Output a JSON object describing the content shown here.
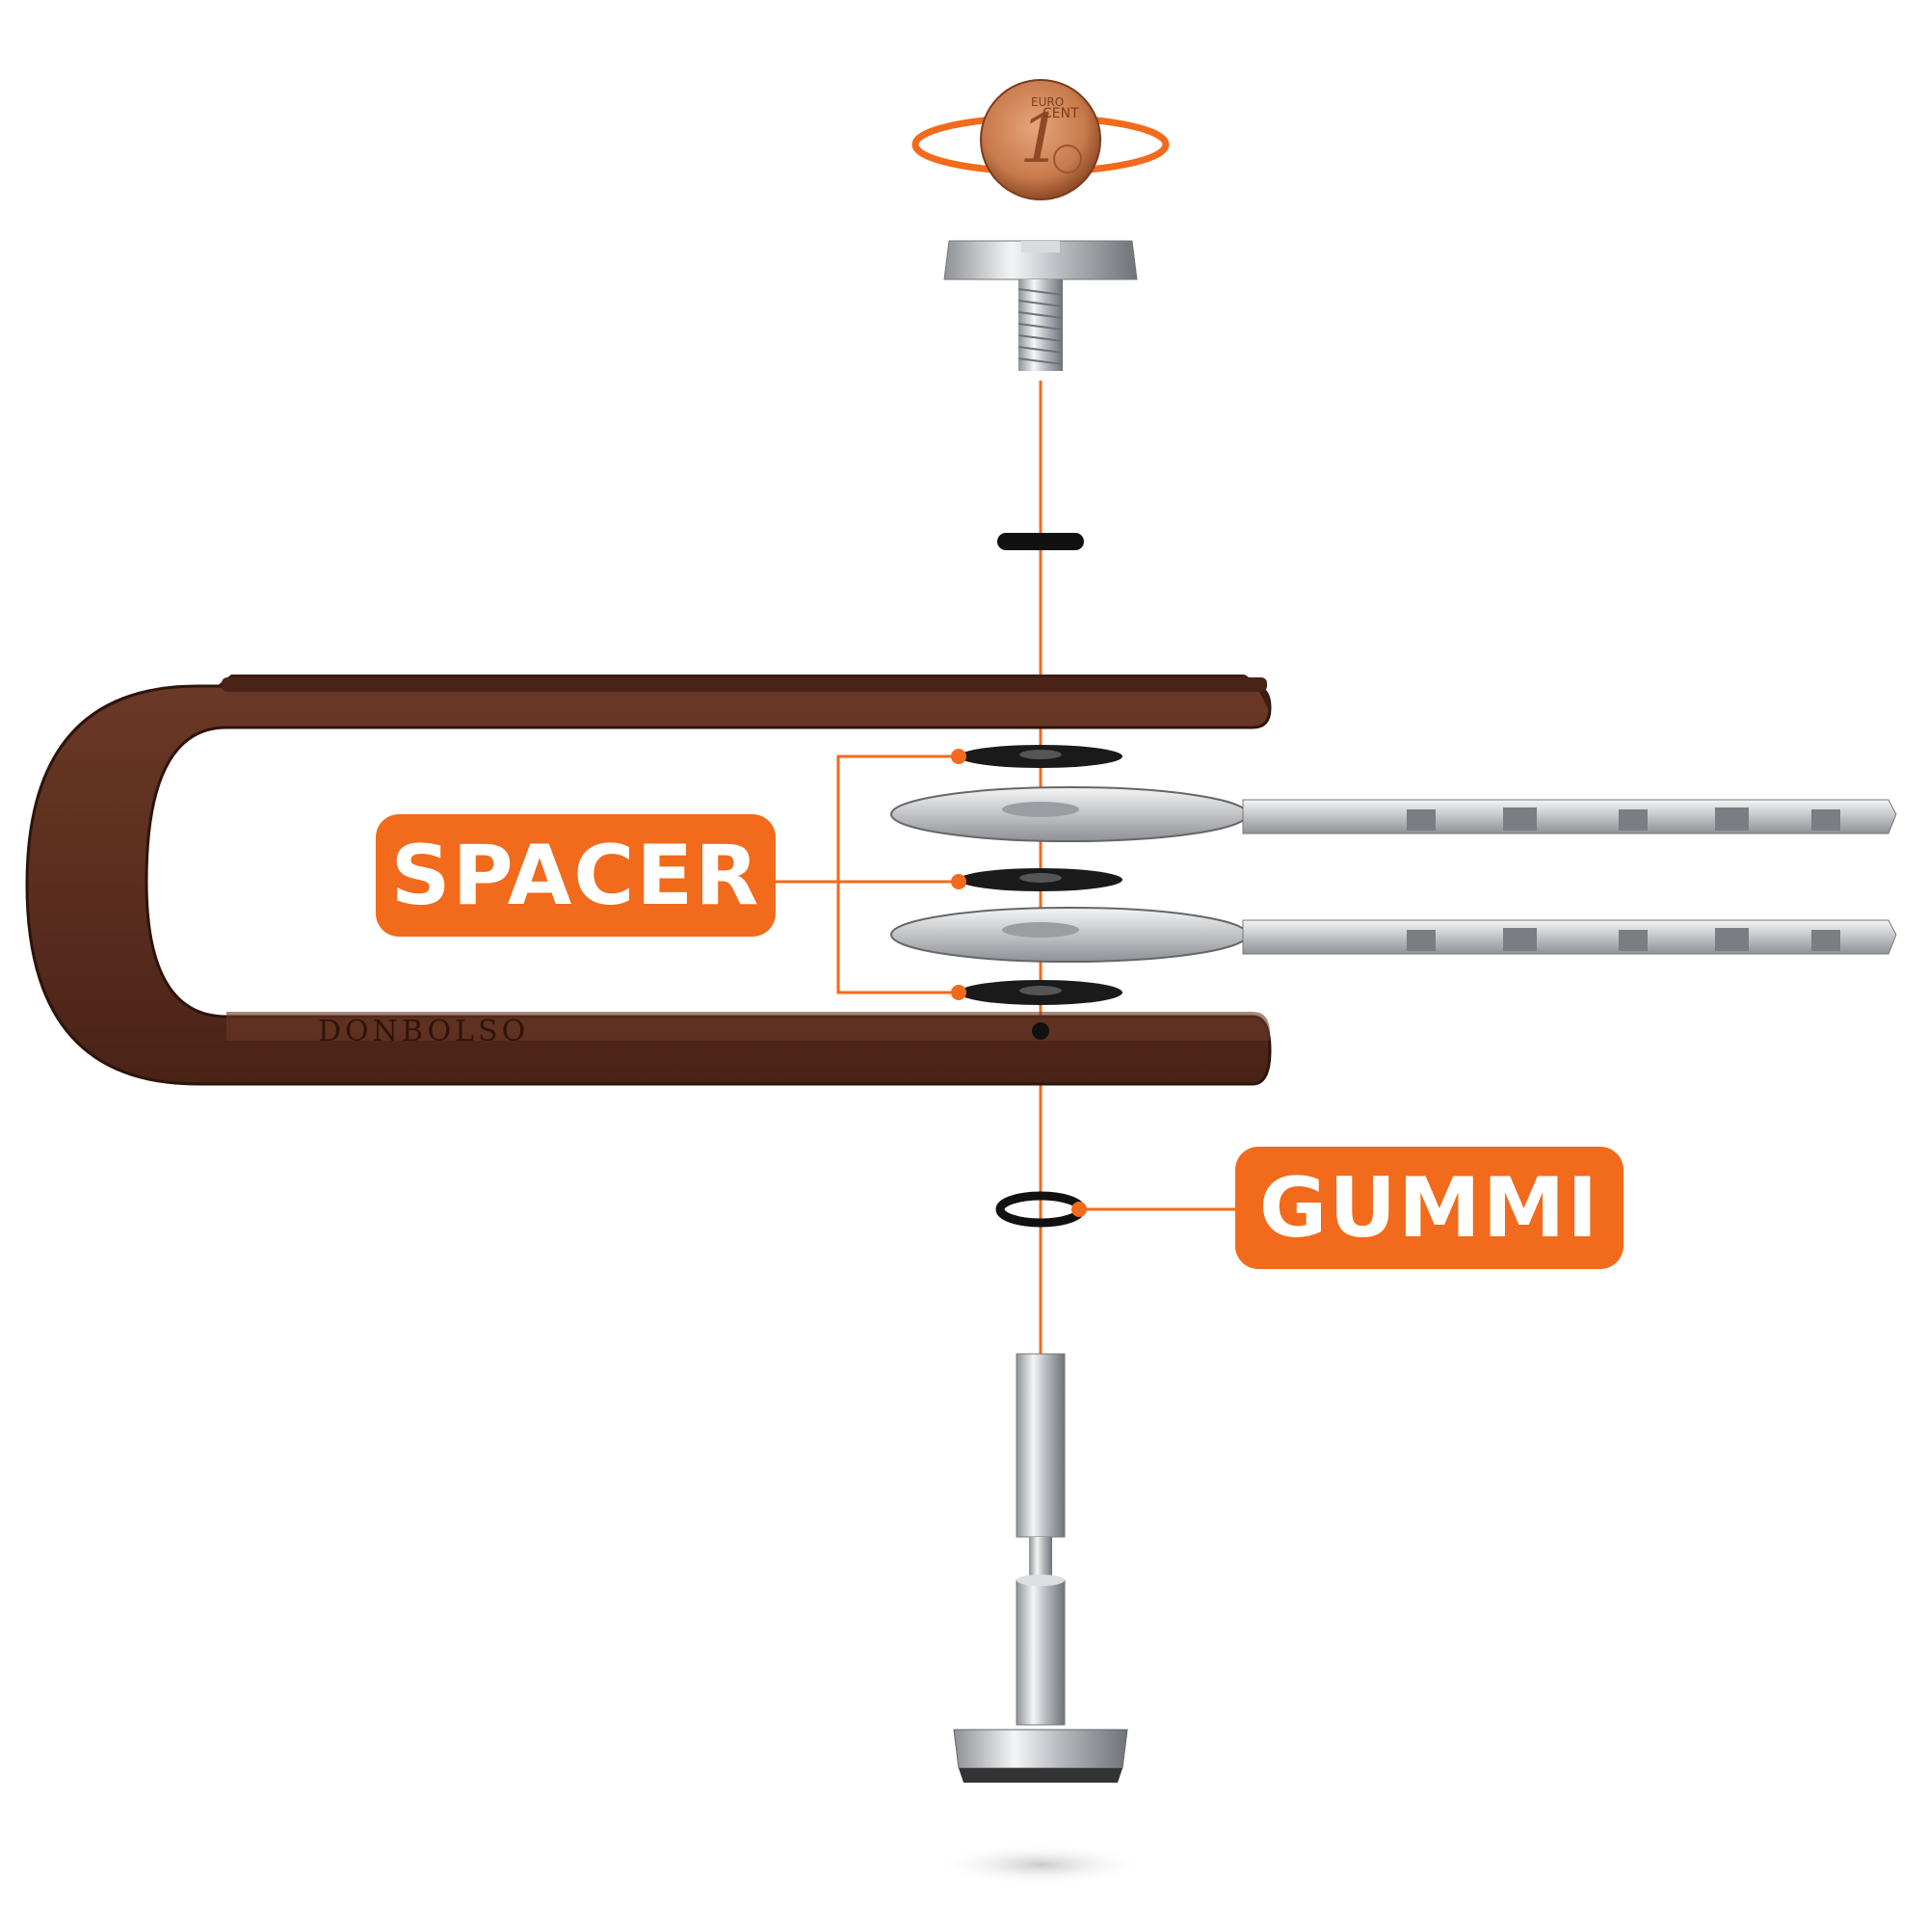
{
  "labels": {
    "spacer": "SPACER",
    "gummi": "GUMMI"
  },
  "coin": {
    "denomination": "1",
    "text_top": "EURO",
    "text_side": "CENT"
  },
  "brand": "DONBOLSO",
  "colors": {
    "accent": "#f26a1b",
    "leather": "#5b2e1f",
    "leather_dark": "#3d1c12",
    "metal": "#c9cbcf",
    "rubber": "#111111",
    "copper": "#c87a4c"
  },
  "icons": [
    "rotation-arrow-icon",
    "coin-icon"
  ]
}
